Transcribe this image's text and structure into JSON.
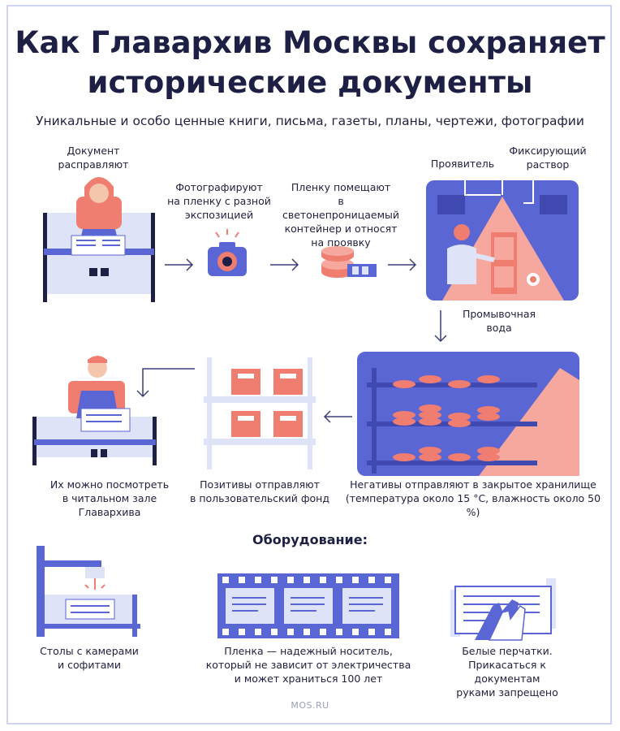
{
  "title_line1": "Как Главархив Москвы сохраняет",
  "title_line2": "исторические документы",
  "subtitle": "Уникальные и особо ценные книги, письма, газеты, планы, чертежи, фотографии",
  "steps": {
    "straighten": [
      "Документ",
      "расправляют"
    ],
    "photograph": [
      "Фотографируют",
      "на пленку с разной",
      "экспозицией"
    ],
    "container": [
      "Пленку помещают",
      "в светонепроницаемый",
      "контейнер и относят",
      "на проявку"
    ],
    "developer": [
      "Проявитель"
    ],
    "fixer": [
      "Фиксирующий",
      "раствор"
    ],
    "rinse": [
      "Промывочная",
      "вода"
    ],
    "negatives": [
      "Негативы отправляют в закрытое хранилище",
      "(температура около 15 °С, влажность около 50 %)"
    ],
    "positives": [
      "Позитивы отправляют",
      "в пользовательский фонд"
    ],
    "reading": [
      "Их можно посмотреть",
      "в читальном зале Главархива"
    ]
  },
  "equipment_title": "Оборудование:",
  "equipment": {
    "tables": [
      "Столы с камерами",
      "и софитами"
    ],
    "film": [
      "Пленка — надежный носитель,",
      "который не зависит от электричества",
      "и может храниться 100 лет"
    ],
    "gloves": [
      "Белые перчатки.",
      "Прикасаться к документам",
      "руками запрещено"
    ]
  },
  "footer": "MOS.RU",
  "colors": {
    "navy": "#1d1f44",
    "blue": "#5a66d4",
    "light_blue": "#dfe3f8",
    "salmon": "#ef7d70",
    "skin": "#f3c6ad"
  }
}
